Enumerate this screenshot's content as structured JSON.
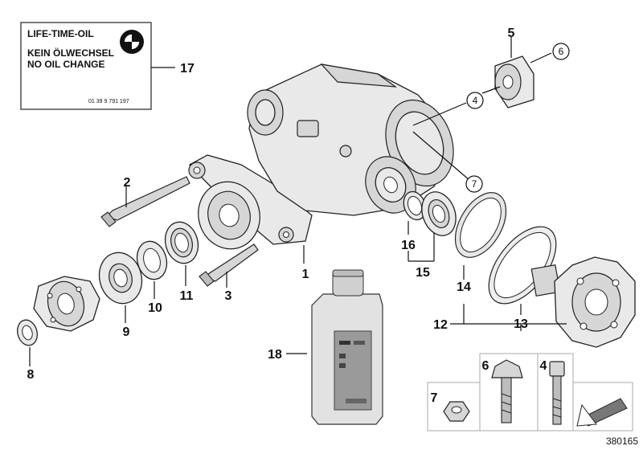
{
  "sticker": {
    "title": "LIFE-TIME-OIL",
    "line1": "KEIN ÖLWECHSEL",
    "line2": "NO OIL CHANGE",
    "part_number": "01 39 9 791 197"
  },
  "callouts": {
    "c1": "1",
    "c2": "2",
    "c3": "3",
    "c4": "4",
    "c5": "5",
    "c6": "6",
    "c7": "7",
    "c8": "8",
    "c9": "9",
    "c10": "10",
    "c11": "11",
    "c12": "12",
    "c13": "13",
    "c14": "14",
    "c15": "15",
    "c16": "16",
    "c17": "17",
    "c18": "18"
  },
  "circled": {
    "c4": "4",
    "c6": "6",
    "c7": "7"
  },
  "legend": {
    "l7": "7",
    "l6": "6",
    "l4": "4"
  },
  "diagram_id": "380165",
  "icons": [
    "bmw-roundel-icon",
    "oil-bottle",
    "arrow-icon"
  ]
}
